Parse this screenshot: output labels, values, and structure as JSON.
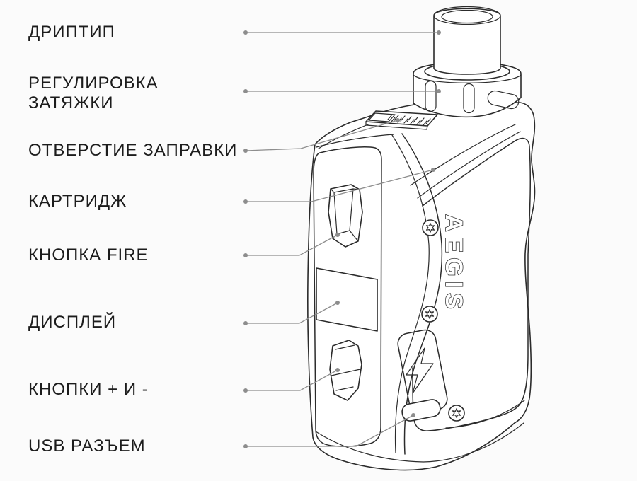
{
  "meta": {
    "kind": "product-parts-diagram",
    "language": "ru",
    "subject": "pod-mod vape device"
  },
  "colors": {
    "background": "#fbfbfb",
    "line": "#2b2b2b",
    "leader": "#8d8d8d",
    "text": "#1c1c1c"
  },
  "device": {
    "brand": "AEGIS"
  },
  "labels": [
    {
      "id": "drip-tip",
      "text": "ДРИПТИП"
    },
    {
      "id": "airflow-adjustment",
      "text": "РЕГУЛИРОВКА ЗАТЯЖКИ"
    },
    {
      "id": "fill-hole",
      "text": "ОТВЕРСТИЕ ЗАПРАВКИ"
    },
    {
      "id": "cartridge",
      "text": "КАРТРИДЖ"
    },
    {
      "id": "fire-button",
      "text": "КНОПКА FIRE"
    },
    {
      "id": "display",
      "text": "ДИСПЛЕЙ"
    },
    {
      "id": "plus-minus-buttons",
      "text": "КНОПКИ + И -"
    },
    {
      "id": "usb-port",
      "text": "USB РАЗЪЕМ"
    }
  ]
}
